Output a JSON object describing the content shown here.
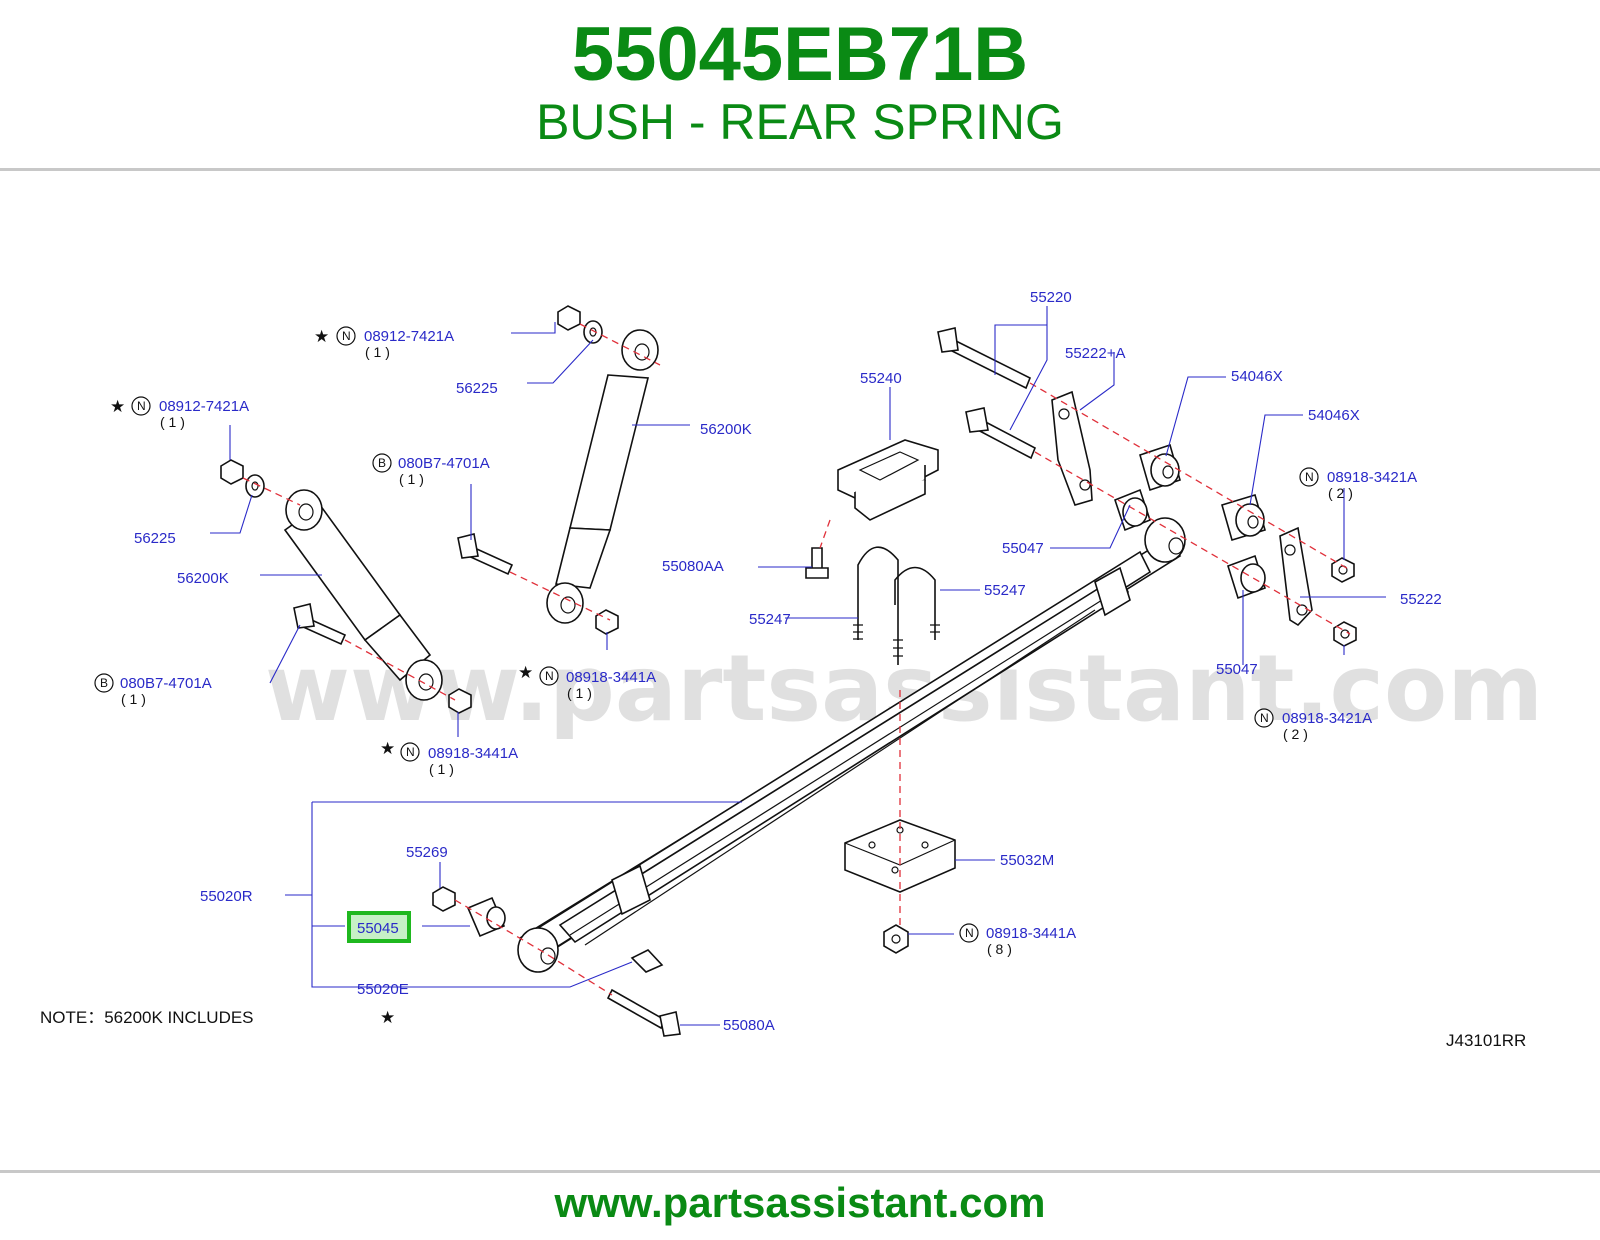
{
  "header": {
    "part_number": "55045EB71B",
    "part_name": "BUSH - REAR SPRING"
  },
  "footer": {
    "website": "www.partsassistant.com"
  },
  "watermark": "www.partsassistant.com",
  "diagram_code": "J43101RR",
  "note": {
    "text": "NOTE：56200K   INCLUDES",
    "symbol": "★"
  },
  "highlight_color": "#1fb81f",
  "labels": {
    "p08912_top": "08912-7421A",
    "p08912_top_qty": "( 1 )",
    "p08912_left": "08912-7421A",
    "p08912_left_qty": "( 1 )",
    "p56225_top": "56225",
    "p56225_left": "56225",
    "p56200k_right": "56200K",
    "p56200k_left": "56200K",
    "p080b7_mid": "080B7-4701A",
    "p080b7_mid_qty": "( 1 )",
    "p080b7_left": "080B7-4701A",
    "p080b7_left_qty": "( 1 )",
    "p08918_3441_mid": "08918-3441A",
    "p08918_3441_mid_qty": "( 1 )",
    "p08918_3441_left": "08918-3441A",
    "p08918_3441_left_qty": "( 1 )",
    "p08918_3441_bottom": "08918-3441A",
    "p08918_3441_bottom_qty": "( 8 )",
    "p55220": "55220",
    "p55222a": "55222+A",
    "p55240": "55240",
    "p54046x_1": "54046X",
    "p54046x_2": "54046X",
    "p08918_3421_top": "08918-3421A",
    "p08918_3421_top_qty": "( 2 )",
    "p08918_3421_bot": "08918-3421A",
    "p08918_3421_bot_qty": "( 2 )",
    "p55047_1": "55047",
    "p55047_2": "55047",
    "p55080aa": "55080AA",
    "p55247_1": "55247",
    "p55247_2": "55247",
    "p55222": "55222",
    "p55020r": "55020R",
    "p55269": "55269",
    "p55045": "55045",
    "p55020e": "55020E",
    "p55032m": "55032M",
    "p55080a": "55080A"
  },
  "symbols": {
    "N": "N",
    "B": "B",
    "star": "★"
  }
}
